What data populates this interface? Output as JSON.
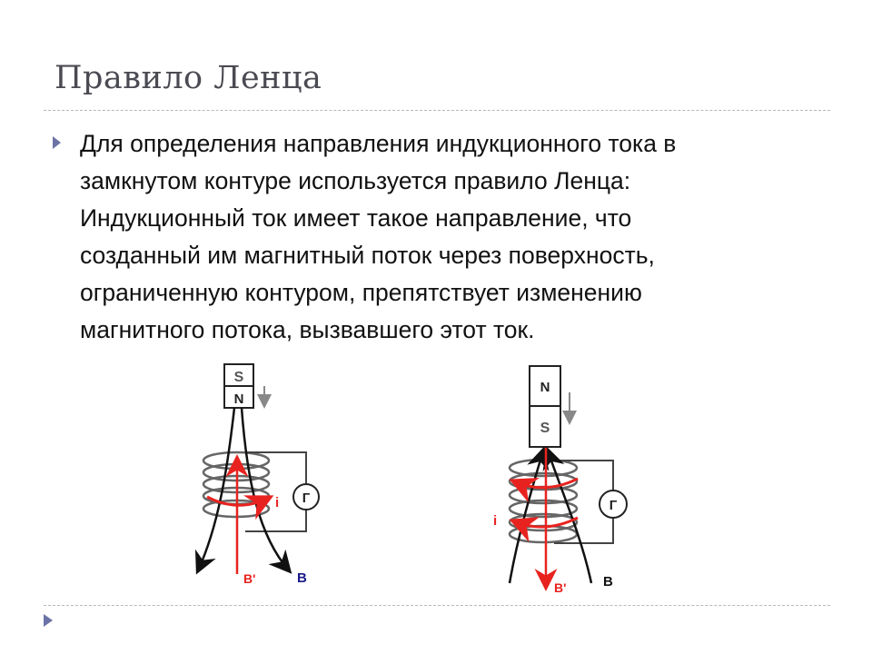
{
  "slide": {
    "title": "Правило Ленца",
    "body_lines": [
      "Для определения направления индукционного тока в",
      "замкнутом контуре используется правило Ленца:",
      "Индукционный ток имеет такое направление, что",
      "созданный им магнитный поток через поверхность,",
      "ограниченную контуром, препятствует изменению",
      "магнитного потока, вызвавшего этот ток."
    ]
  },
  "diagrams": {
    "left": {
      "magnet_top": "S",
      "magnet_bottom": "N",
      "current": "i",
      "galvanometer": "Г",
      "induced_field": "B'",
      "field": "B"
    },
    "right": {
      "magnet_top": "N",
      "magnet_bottom": "S",
      "current": "i",
      "galvanometer": "Г",
      "induced_field": "B'",
      "field": "B"
    }
  },
  "colors": {
    "accent": "#6b73a6",
    "red": "#e8231f",
    "blue": "#1a1a8c"
  }
}
